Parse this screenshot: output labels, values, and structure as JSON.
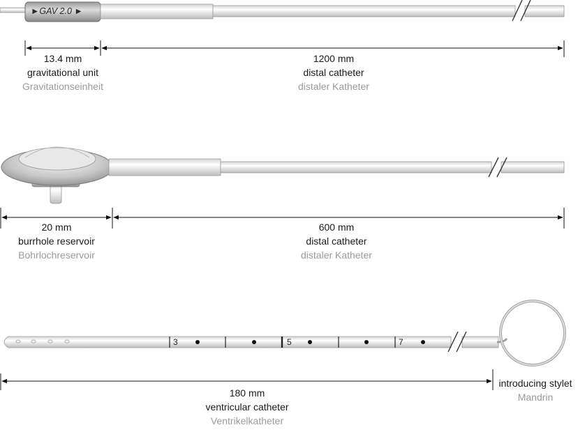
{
  "components": [
    {
      "valve_label": "GAV 2.0",
      "measures": [
        {
          "length": "13.4 mm",
          "name_en": "gravitational unit",
          "name_de": "Gravitationseinheit"
        },
        {
          "length": "1200 mm",
          "name_en": "distal catheter",
          "name_de": "distaler Katheter"
        }
      ]
    },
    {
      "measures": [
        {
          "length": "20 mm",
          "name_en": "burrhole reservoir",
          "name_de": "Bohrlochreservoir"
        },
        {
          "length": "600 mm",
          "name_en": "distal catheter",
          "name_de": "distaler Katheter"
        }
      ]
    },
    {
      "scale_marks": [
        "3",
        "5",
        "7"
      ],
      "measures": [
        {
          "length": "180 mm",
          "name_en": "ventricular catheter",
          "name_de": "Ventrikelkatheter"
        },
        {
          "length": "",
          "name_en": "introducing stylet",
          "name_de": "Mandrin"
        }
      ]
    }
  ]
}
